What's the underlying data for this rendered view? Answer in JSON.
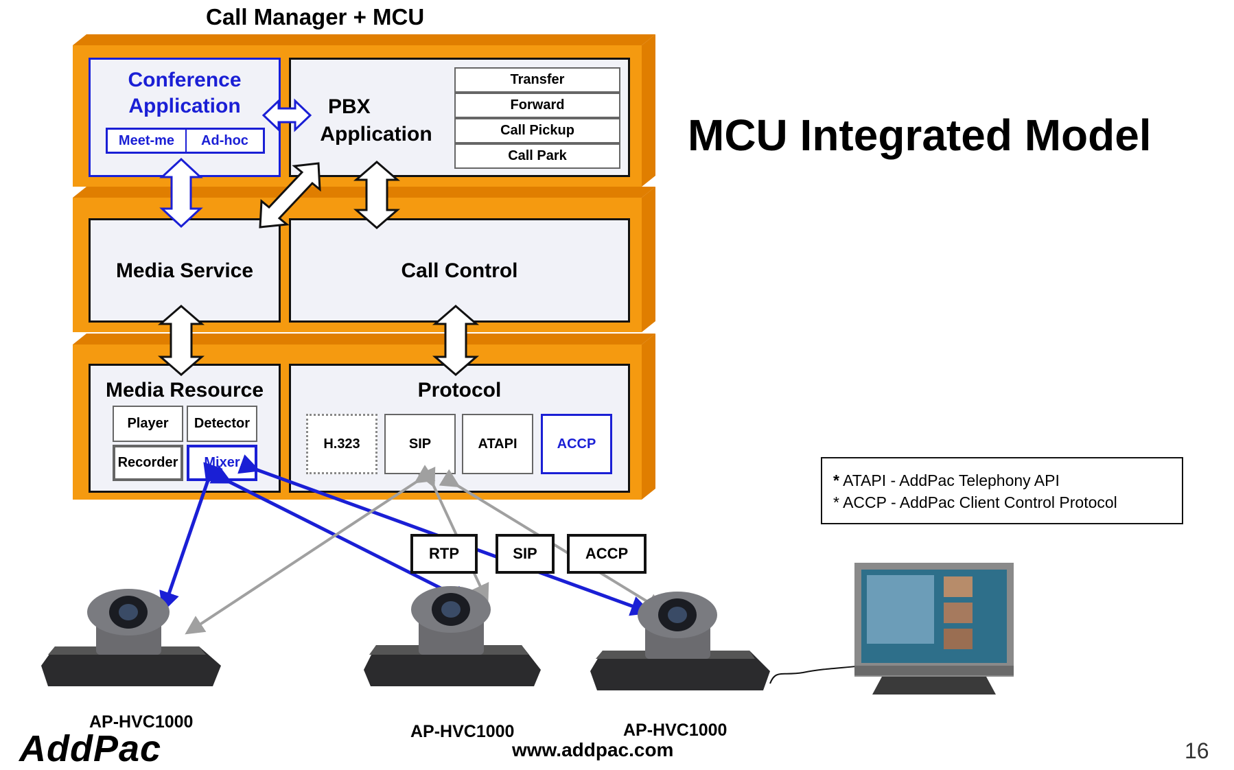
{
  "diagram": {
    "top_title": "Call Manager + MCU",
    "main_title": "MCU Integrated Model",
    "conference_app": {
      "label_line1": "Conference",
      "label_line2": "Application",
      "meet_me": "Meet-me",
      "ad_hoc": "Ad-hoc"
    },
    "pbx_app": {
      "label_line1": "PBX",
      "label_line2": "Application",
      "features": [
        "Transfer",
        "Forward",
        "Call Pickup",
        "Call Park"
      ]
    },
    "media_service": "Media Service",
    "call_control": "Call Control",
    "media_resource": {
      "label": "Media Resource",
      "items": [
        "Player",
        "Detector",
        "Recorder",
        "Mixer"
      ]
    },
    "protocol": {
      "label": "Protocol",
      "items": [
        "H.323",
        "SIP",
        "ATAPI",
        "ACCP"
      ]
    },
    "notes": [
      {
        "star": "*",
        "text": " ATAPI - AddPac Telephony API"
      },
      {
        "star": "*",
        "text": " ACCP - AddPac Client Control Protocol"
      }
    ],
    "tags": [
      "RTP",
      "SIP",
      "ACCP"
    ],
    "devices": [
      "AP-HVC1000",
      "AP-HVC1000",
      "AP-HVC1000"
    ],
    "colors": {
      "layer": "#f59a10",
      "box": "#f1f2f8",
      "blue": "#1a1fd5",
      "gray_arrow": "#a0a0a0"
    }
  },
  "footer": {
    "logo": "AddPac",
    "url": "www.addpac.com",
    "page_number": "16"
  }
}
